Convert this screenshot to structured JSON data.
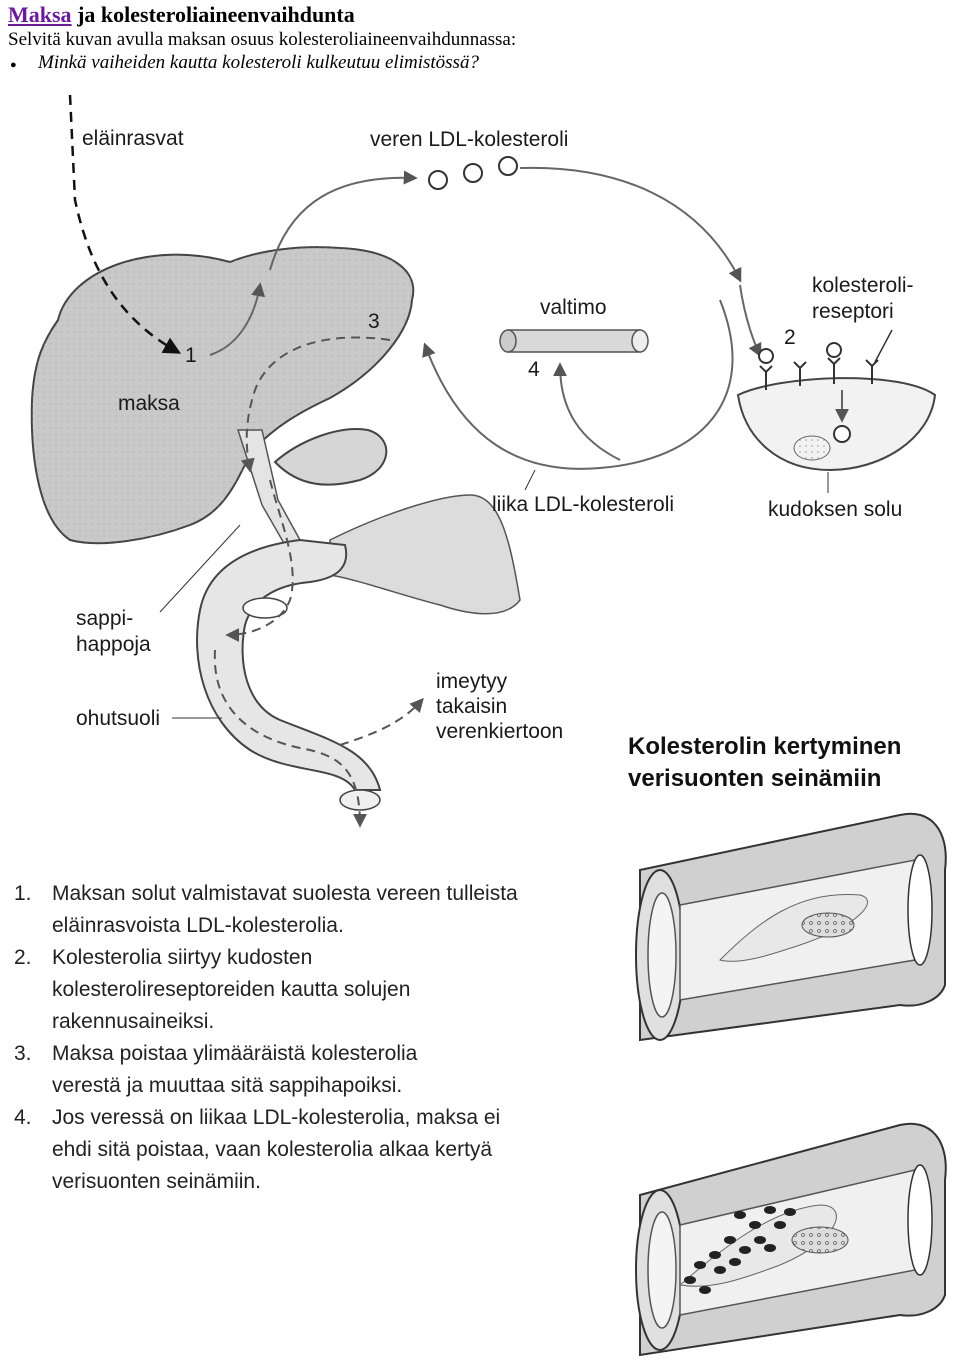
{
  "header": {
    "title_link": "Maksa",
    "title_rest": " ja kolesteroliaineenvaihdunta",
    "subtitle": "Selvitä kuvan avulla maksan osuus kolesteroliaineenvaihdunnassa:",
    "question": "Minkä vaiheiden kautta kolesteroli kulkeutuu elimistössä?"
  },
  "diagram": {
    "labels": {
      "animal_fats": "eläinrasvat",
      "blood_ldl": "veren LDL-kolesteroli",
      "cholesterol_receptor_1": "kolesteroli-",
      "cholesterol_receptor_2": "reseptori",
      "artery": "valtimo",
      "liver": "maksa",
      "excess_ldl": "liika LDL-kolesteroli",
      "tissue_cell": "kudoksen solu",
      "bile_acids_1": "sappi-",
      "bile_acids_2": "happoja",
      "small_intestine": "ohutsuoli",
      "reabsorbed_1": "imeytyy",
      "reabsorbed_2": "takaisin",
      "reabsorbed_3": "verenkiertoon"
    },
    "markers": [
      "1",
      "2",
      "3",
      "4"
    ]
  },
  "artery_figure": {
    "title_line1": "Kolesterolin kertyminen",
    "title_line2": "verisuonten seinämiin"
  },
  "steps": [
    {
      "num": "1.",
      "text": "Maksan solut valmistavat suolesta vereen tulleista eläinrasvoista LDL-kolesterolia."
    },
    {
      "num": "2.",
      "text": "Kolesterolia siirtyy kudosten kolesterolireseptoreiden kautta solujen rakennusaineiksi."
    },
    {
      "num": "3.",
      "text": "Maksa poistaa ylimääräistä kolesterolia verestä ja muuttaa sitä sappihapoiksi."
    },
    {
      "num": "4.",
      "text": "Jos veressä on liikaa LDL-kolesterolia, maksa ei ehdi sitä poistaa, vaan kolesterolia alkaa kertyä verisuonten seinämiin."
    }
  ]
}
